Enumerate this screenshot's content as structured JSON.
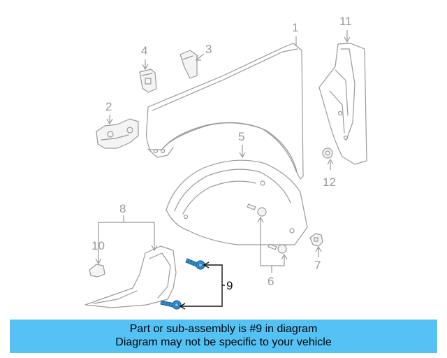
{
  "callouts": {
    "c1": "1",
    "c2": "2",
    "c3": "3",
    "c4": "4",
    "c5": "5",
    "c6": "6",
    "c7": "7",
    "c8": "8",
    "c9": "9",
    "c10": "10",
    "c11": "11",
    "c12": "12"
  },
  "highlight_part": "9",
  "colors": {
    "banner": "#55c2f5",
    "highlight_fastener": "#2e8fd6",
    "line_gray": "#9a9a9a"
  },
  "banner": {
    "line1": "Part or sub-assembly is #9 in diagram",
    "line2": "Diagram may not be specific to your vehicle"
  }
}
